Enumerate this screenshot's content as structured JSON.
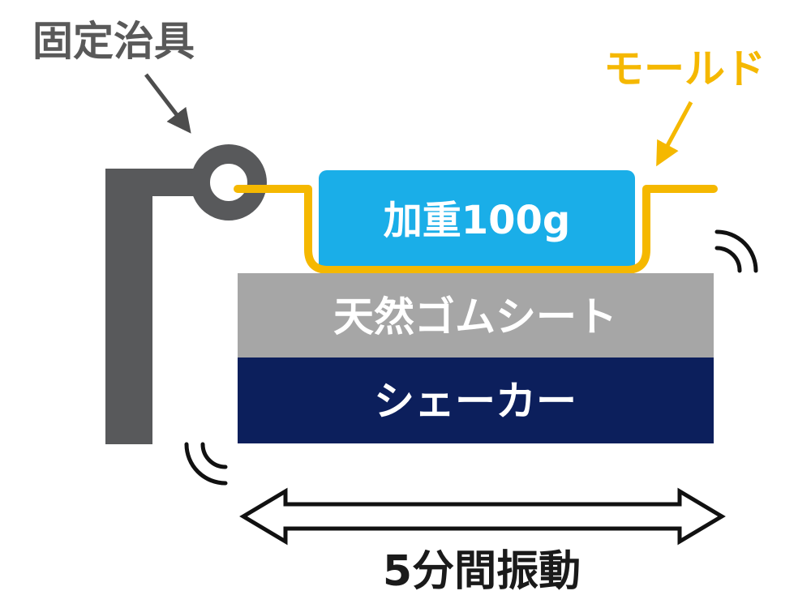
{
  "labels": {
    "fixture": "固定治具",
    "mold": "モールド",
    "weight": "加重100g",
    "rubber_sheet": "天然ゴムシート",
    "shaker": "シェーカー",
    "vibration": "5分間振動"
  },
  "colors": {
    "fixture": "#58595b",
    "mold": "#f5b800",
    "weight_fill": "#1aaee8",
    "rubber_sheet": "#a6a6a6",
    "shaker": "#0c1f5c",
    "label_text_light": "#ffffff",
    "label_text_dark": "#1a1a1a",
    "fixture_label": "#595959",
    "mold_label": "#f5b800"
  }
}
